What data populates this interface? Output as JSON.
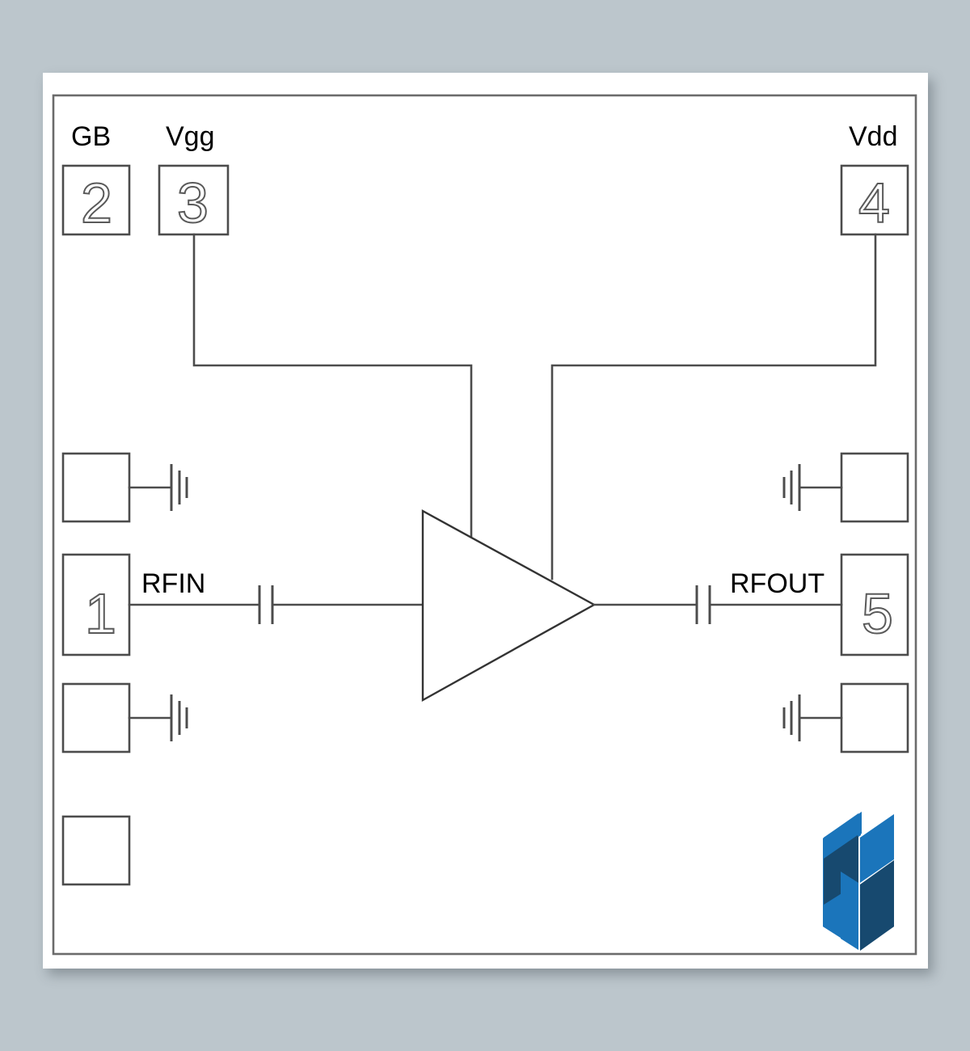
{
  "diagram": {
    "title": "RF Amplifier Pinout Schematic",
    "background_color": "#bcc6cc",
    "sheet_color": "#ffffff",
    "line_color": "#4c4c4c",
    "frame_color": "#6b6b6b"
  },
  "labels": {
    "gb": "GB",
    "vgg": "Vgg",
    "vdd": "Vdd",
    "rfin": "RFIN",
    "rfout": "RFOUT"
  },
  "pads": {
    "pad1": "1",
    "pad2": "2",
    "pad3": "3",
    "pad4": "4",
    "pad5": "5"
  },
  "components": {
    "amplifier": "amplifier-triangle",
    "cap_in": "input-dc-block-capacitor",
    "cap_out": "output-dc-block-capacitor",
    "ground_symbols": 4,
    "unconnected_pads": 5
  },
  "logo": {
    "name": "company-logo",
    "color_light": "#1b75bb",
    "color_dark": "#17496f"
  }
}
